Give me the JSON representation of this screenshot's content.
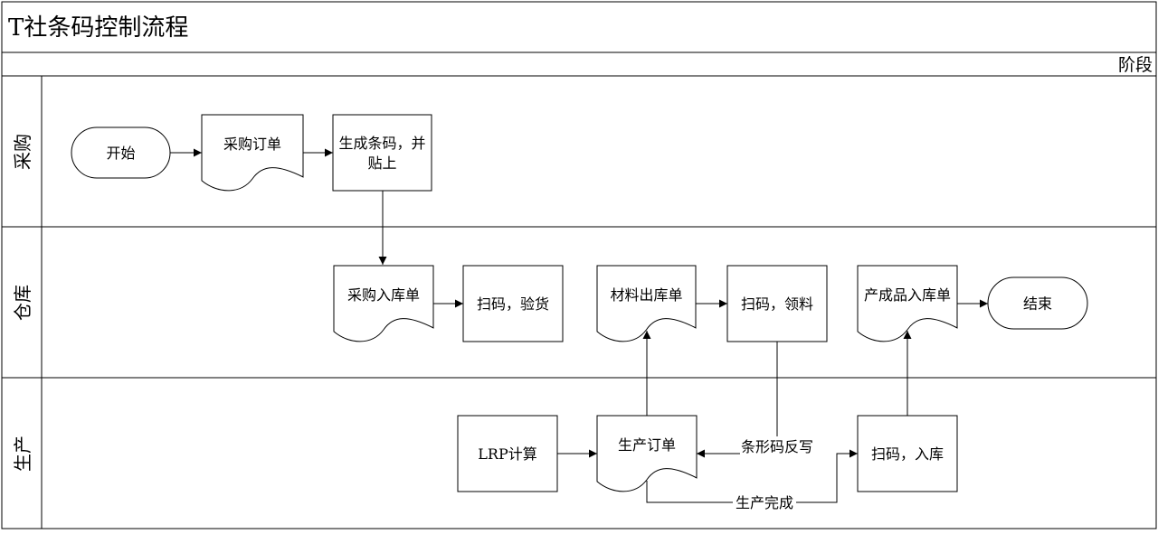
{
  "title": "T社条码控制流程",
  "phase_label": "阶段",
  "lanes": [
    {
      "id": "purchase",
      "label": "采购"
    },
    {
      "id": "warehouse",
      "label": "仓库"
    },
    {
      "id": "production",
      "label": "生产"
    }
  ],
  "nodes": [
    {
      "id": "start",
      "shape": "terminal",
      "lines": [
        "开始"
      ]
    },
    {
      "id": "purchase_order",
      "shape": "document",
      "lines": [
        "采购订单"
      ]
    },
    {
      "id": "gen_barcode",
      "shape": "process",
      "lines": [
        "生成条码，并",
        "贴上"
      ]
    },
    {
      "id": "purchase_receipt",
      "shape": "document",
      "lines": [
        "采购入库单"
      ]
    },
    {
      "id": "scan_inspect",
      "shape": "process",
      "lines": [
        "扫码，验货"
      ]
    },
    {
      "id": "material_issue",
      "shape": "document",
      "lines": [
        "材料出库单"
      ]
    },
    {
      "id": "scan_pick",
      "shape": "process",
      "lines": [
        "扫码，领料"
      ]
    },
    {
      "id": "fg_receipt",
      "shape": "document",
      "lines": [
        "产成品入库单"
      ]
    },
    {
      "id": "end",
      "shape": "terminal",
      "lines": [
        "结束"
      ]
    },
    {
      "id": "lrp_calc",
      "shape": "process",
      "lines": [
        "LRP计算"
      ]
    },
    {
      "id": "prod_order",
      "shape": "document",
      "lines": [
        "生产订单"
      ]
    },
    {
      "id": "scan_stockin",
      "shape": "process",
      "lines": [
        "扫码，入库"
      ]
    }
  ],
  "edges": [
    {
      "id": "e-start-po",
      "from": "start",
      "to": "purchase_order",
      "label": ""
    },
    {
      "id": "e-po-gen",
      "from": "purchase_order",
      "to": "gen_barcode",
      "label": ""
    },
    {
      "id": "e-gen-receipt",
      "from": "gen_barcode",
      "to": "purchase_receipt",
      "label": ""
    },
    {
      "id": "e-receipt-inspect",
      "from": "purchase_receipt",
      "to": "scan_inspect",
      "label": ""
    },
    {
      "id": "e-issue-pick",
      "from": "material_issue",
      "to": "scan_pick",
      "label": ""
    },
    {
      "id": "e-fg-end",
      "from": "fg_receipt",
      "to": "end",
      "label": ""
    },
    {
      "id": "e-lrp-order",
      "from": "lrp_calc",
      "to": "prod_order",
      "label": ""
    },
    {
      "id": "e-order-issue",
      "from": "prod_order",
      "to": "material_issue",
      "label": ""
    },
    {
      "id": "e-pick-order",
      "from": "scan_pick",
      "to": "prod_order",
      "label": "条形码反写"
    },
    {
      "id": "e-order-stockin",
      "from": "prod_order",
      "to": "scan_stockin",
      "label": "生产完成"
    },
    {
      "id": "e-stockin-fg",
      "from": "scan_stockin",
      "to": "fg_receipt",
      "label": ""
    }
  ]
}
